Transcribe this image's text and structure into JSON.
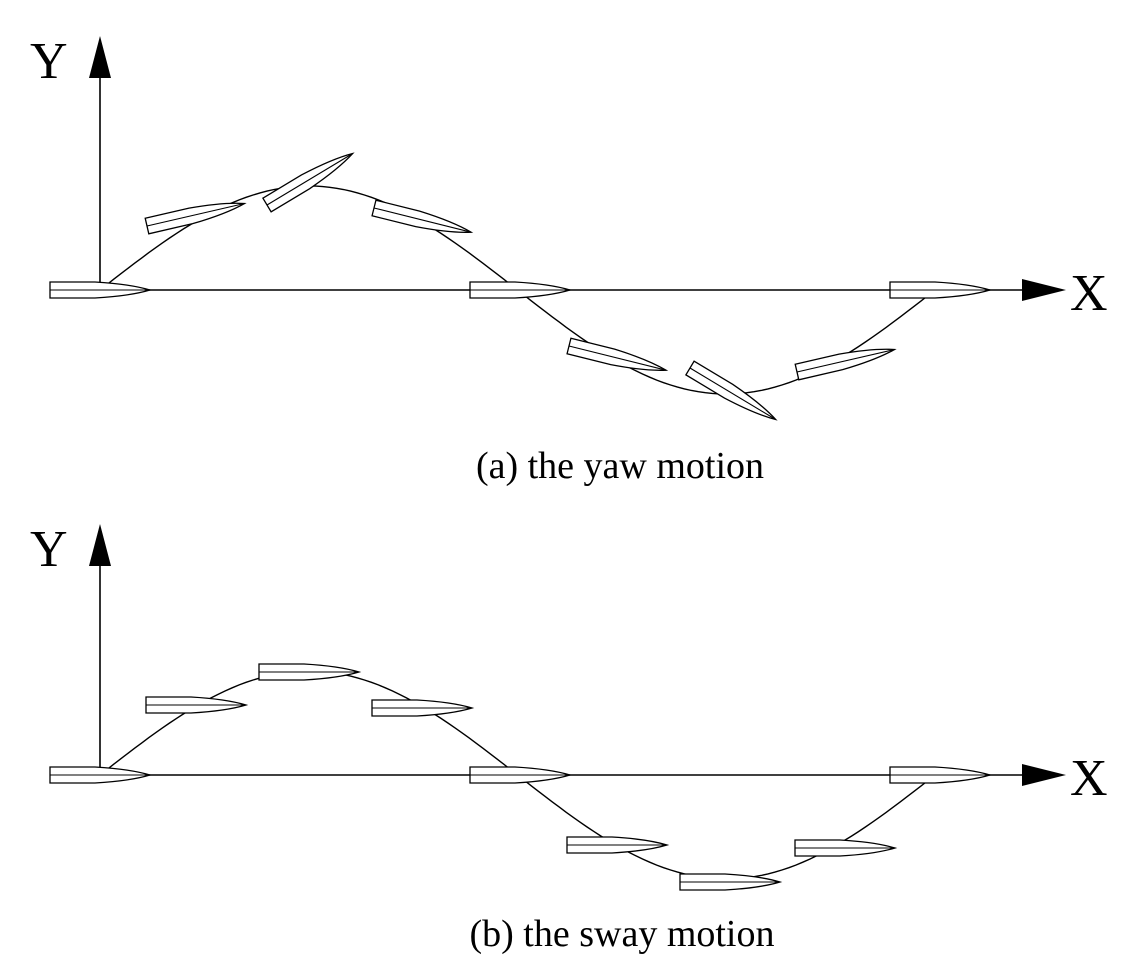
{
  "panels": [
    {
      "id": "yaw",
      "caption": "(a) the yaw motion",
      "x_axis_label": "X",
      "y_axis_label": "Y",
      "heading_rotates_with_path": true
    },
    {
      "id": "sway",
      "caption": "(b) the sway motion",
      "x_axis_label": "X",
      "y_axis_label": "Y",
      "heading_rotates_with_path": false
    }
  ],
  "ship_positions_per_panel": 9,
  "colors": {
    "line": "#000000",
    "background": "#ffffff"
  }
}
